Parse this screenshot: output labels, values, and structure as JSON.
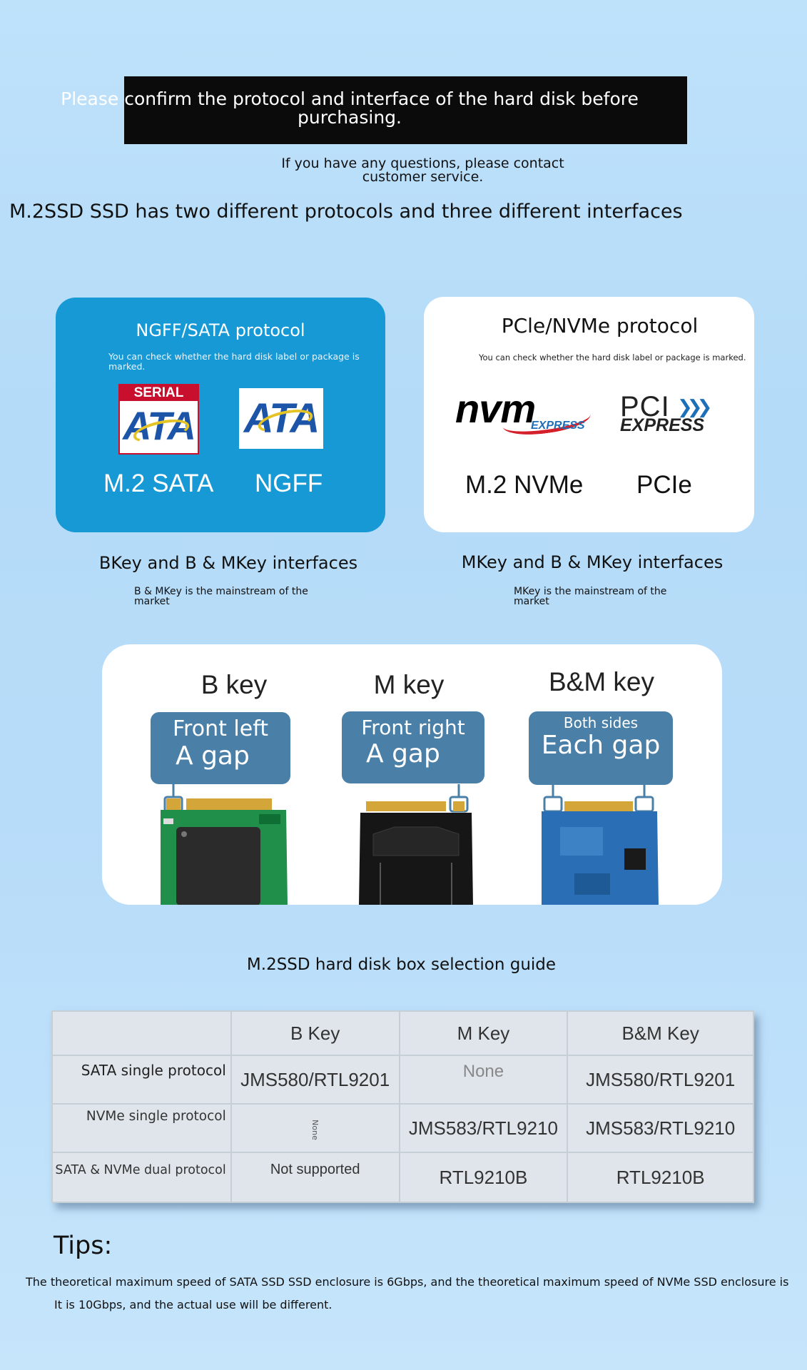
{
  "notice": {
    "banner": "Please confirm the protocol and interface of the hard disk before purchasing.",
    "contact": "If you have any questions, please contact customer service."
  },
  "headline": "M.2SSD SSD has two different protocols and three different interfaces",
  "sata_card": {
    "title": "NGFF/SATA protocol",
    "subtitle": "You can check whether the hard disk label or package is marked.",
    "logo1_band": "SERIAL",
    "logo1_text": "ATA",
    "logo2_text": "ATA",
    "label_left": "M.2 SATA",
    "label_right": "NGFF"
  },
  "nvme_card": {
    "title": "PCle/NVMe protocol",
    "subtitle": "You can check whether the hard disk label or package is marked.",
    "logo1_text": "nvm",
    "logo1_sub": "EXPRESS",
    "logo2_text": "PCI",
    "logo2_sub": "EXPRESS",
    "label_left": "M.2 NVMe",
    "label_right": "PCIe"
  },
  "interfaces": {
    "left_title": "BKey and B & MKey interfaces",
    "left_sub": "B & MKey is the mainstream of the market",
    "right_title": "MKey and B & MKey interfaces",
    "right_sub": "MKey is the mainstream of the market"
  },
  "keys": [
    {
      "title": "B key",
      "line1": "Front left",
      "line2": "A gap"
    },
    {
      "title": "M key",
      "line1": "Front right",
      "line2": "A gap"
    },
    {
      "title": "B&M key",
      "line1": "Both sides",
      "line2": "Each gap"
    }
  ],
  "guide_title": "M.2SSD hard disk box selection guide",
  "table": {
    "headers": [
      "",
      "B Key",
      "M Key",
      "B&M Key"
    ],
    "rows": [
      [
        "SATA single protocol",
        "JMS580/RTL9201",
        "None",
        "JMS580/RTL9201"
      ],
      [
        "NVMe single protocol",
        "None",
        "JMS583/RTL9210",
        "JMS583/RTL9210"
      ],
      [
        "SATA & NVMe dual protocol",
        "Not supported",
        "RTL9210B",
        "RTL9210B"
      ]
    ]
  },
  "tips": {
    "title": "Tips:",
    "line1": "The theoretical maximum speed of SATA SSD SSD enclosure is 6Gbps, and the theoretical maximum speed of NVMe SSD enclosure is",
    "line2": "It is 10Gbps, and the actual use will be different."
  },
  "colors": {
    "sata_card": "#1799d6",
    "key_box": "#4a7fa8",
    "banner": "#0b0b0b"
  }
}
